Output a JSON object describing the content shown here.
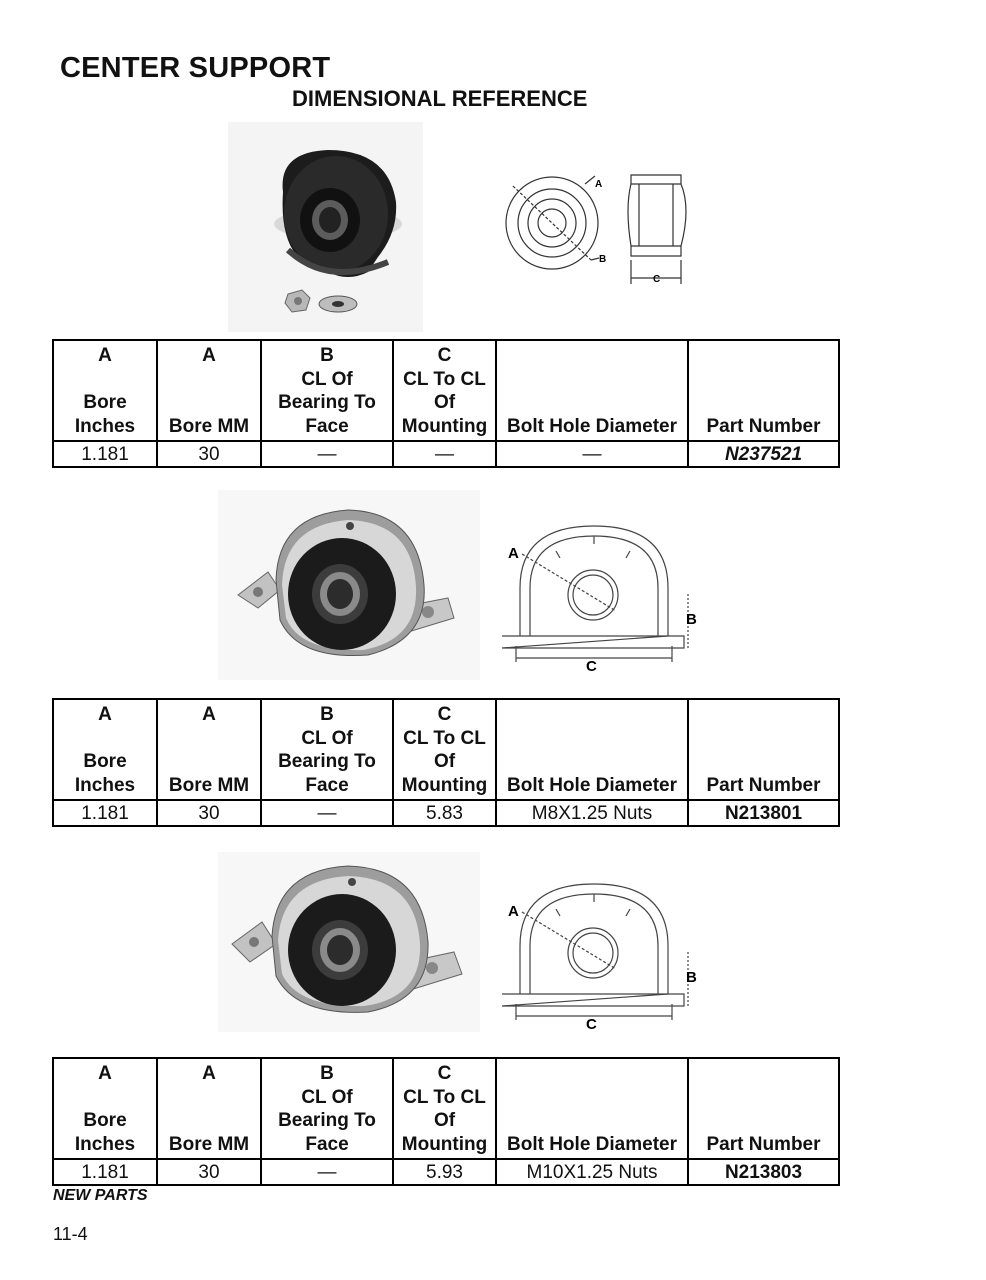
{
  "page": {
    "title": "CENTER SUPPORT",
    "subtitle": "DIMENSIONAL REFERENCE",
    "footnote": "NEW PARTS",
    "page_number": "11-4"
  },
  "headers": {
    "col1_top": "A",
    "col1_bottom": "Bore Inches",
    "col2_top": "A",
    "col2_bottom": "Bore MM",
    "col3_top": "B",
    "col3_bottom": "CL Of Bearing To Face",
    "col4_top": "C",
    "col4_bottom": "CL To CL Of Mounting",
    "col5_bottom": "Bolt Hole Diameter",
    "col6_bottom": "Part Number"
  },
  "diagram_labels": {
    "a": "A",
    "b": "B",
    "c": "C"
  },
  "products": [
    {
      "bore_in": "1.181",
      "bore_mm": "30",
      "cl_bearing_face": "—",
      "cl_mounting": "—",
      "bolt_hole": "—",
      "part_number": "N237521",
      "is_new": true
    },
    {
      "bore_in": "1.181",
      "bore_mm": "30",
      "cl_bearing_face": "—",
      "cl_mounting": "5.83",
      "bolt_hole": "M8X1.25 Nuts",
      "part_number": "N213801",
      "is_new": false
    },
    {
      "bore_in": "1.181",
      "bore_mm": "30",
      "cl_bearing_face": "—",
      "cl_mounting": "5.93",
      "bolt_hole": "M10X1.25 Nuts",
      "part_number": "N213803",
      "is_new": false
    }
  ]
}
